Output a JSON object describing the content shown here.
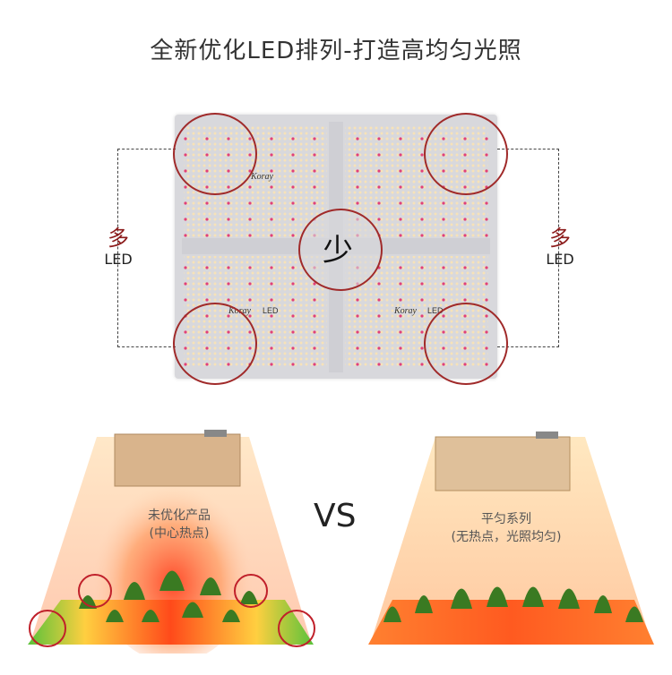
{
  "title": "全新优化LED排列-打造高均匀光照",
  "left_label": {
    "big": "多",
    "small": "LED"
  },
  "right_label": {
    "big": "多",
    "small": "LED"
  },
  "center_label": "少",
  "brand": "Koray",
  "led_text": "LED",
  "vs": "VS",
  "left_product": {
    "line1": "未优化产品",
    "line2": "(中心热点)"
  },
  "right_product": {
    "line1": "平匀系列",
    "line2": "(无热点，光照均匀)"
  },
  "colors": {
    "accent_red": "#a02a2a",
    "title": "#333333"
  }
}
